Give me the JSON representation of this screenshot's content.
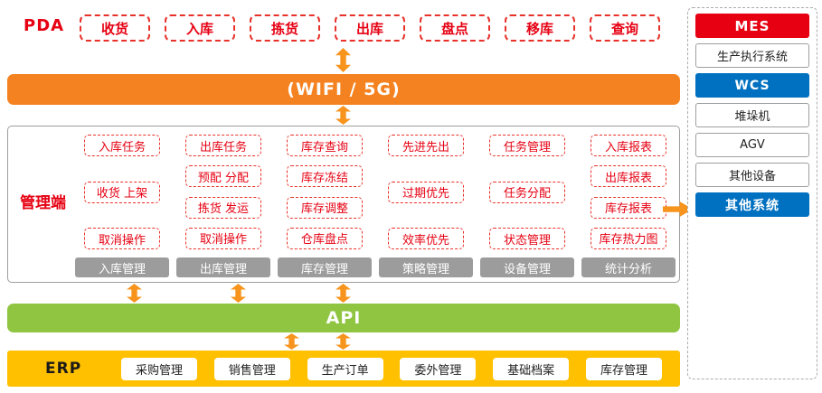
{
  "pda": {
    "label": "PDA",
    "items": [
      "收货",
      "入库",
      "拣货",
      "出库",
      "盘点",
      "移库",
      "查询"
    ]
  },
  "network": {
    "label": "(WIFI / 5G)"
  },
  "management": {
    "label": "管理端",
    "columns": [
      {
        "items": [
          "入库任务",
          "收货 上架",
          "取消操作"
        ],
        "footer": "入库管理"
      },
      {
        "items": [
          "出库任务",
          "预配 分配",
          "拣货 发运",
          "取消操作"
        ],
        "footer": "出库管理"
      },
      {
        "items": [
          "库存查询",
          "库存冻结",
          "库存调整",
          "仓库盘点"
        ],
        "footer": "库存管理"
      },
      {
        "items": [
          "先进先出",
          "过期优先",
          "效率优先"
        ],
        "footer": "策略管理"
      },
      {
        "items": [
          "任务管理",
          "任务分配",
          "状态管理"
        ],
        "footer": "设备管理"
      },
      {
        "items": [
          "入库报表",
          "出库报表",
          "库存报表",
          "库存热力图"
        ],
        "footer": "统计分析"
      }
    ]
  },
  "api": {
    "label": "API"
  },
  "erp": {
    "label": "ERP",
    "items": [
      "采购管理",
      "销售管理",
      "生产订单",
      "委外管理",
      "基础档案",
      "库存管理"
    ]
  },
  "sidebar": {
    "sections": [
      {
        "header": "MES",
        "items": [
          "生产执行系统"
        ]
      },
      {
        "header": "WCS",
        "items": [
          "堆垛机",
          "AGV",
          "其他设备"
        ]
      },
      {
        "header": "其他系统",
        "items": []
      }
    ]
  },
  "colors": {
    "red": "#E60012",
    "orange": "#F58220",
    "arrow": "#F7941D",
    "green": "#8FC541",
    "yellow": "#FFC000",
    "gray": "#9C9C9C",
    "blue": "#0070C0"
  }
}
